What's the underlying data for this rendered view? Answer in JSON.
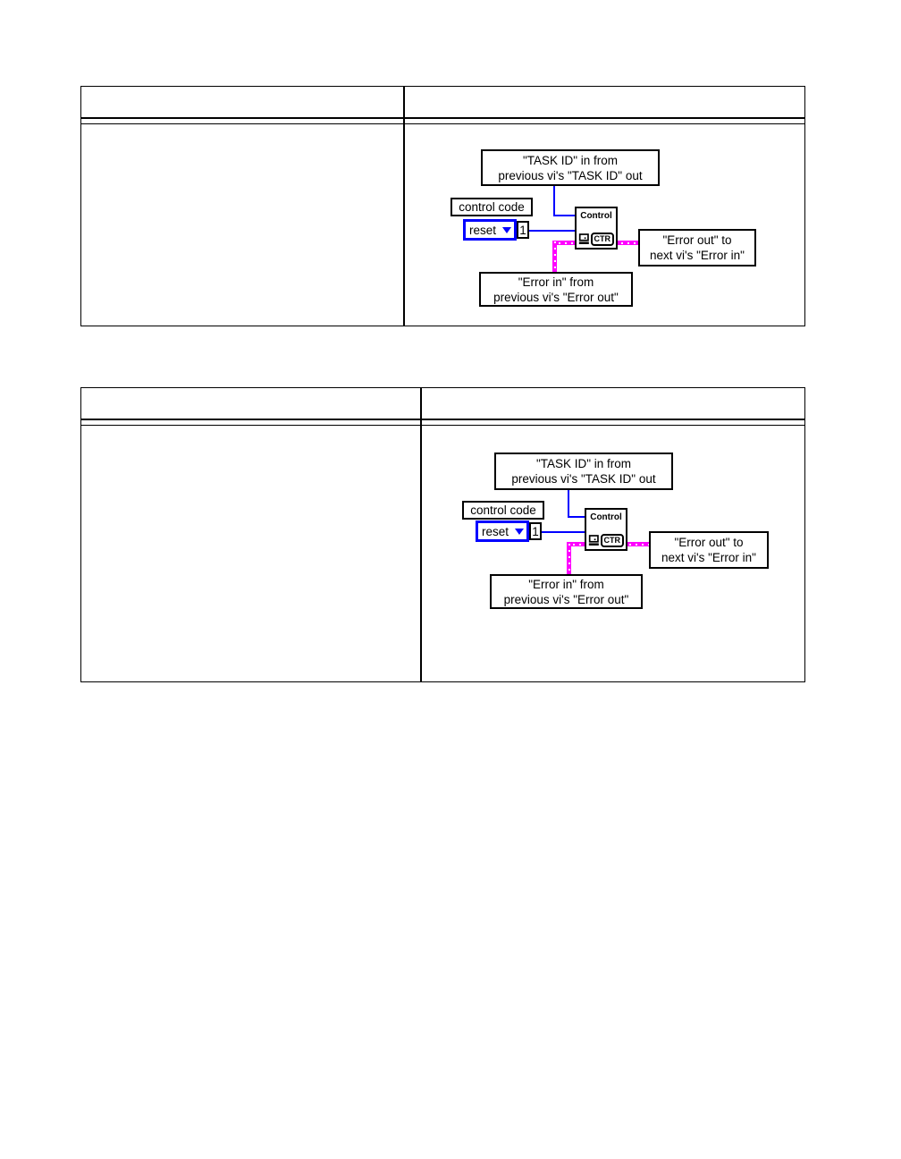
{
  "colors": {
    "background": "#ffffff",
    "line_black": "#000000",
    "wire_blue": "#0000ff",
    "error_wire_magenta": "#ff00ff"
  },
  "tables": [
    {
      "diagram": {
        "task_id_label_line1": "\"TASK ID\" in from",
        "task_id_label_line2": "previous vi's \"TASK ID\" out",
        "control_code_label": "control code",
        "reset_value": "reset",
        "constant_value": "1",
        "node_title": "Control",
        "node_badge": "CTR",
        "error_out_label_line1": "\"Error out\" to",
        "error_out_label_line2": "next vi's \"Error in\"",
        "error_in_label_line1": "\"Error in\" from",
        "error_in_label_line2": "previous vi's \"Error out\""
      }
    },
    {
      "diagram": {
        "task_id_label_line1": "\"TASK ID\" in from",
        "task_id_label_line2": "previous vi's \"TASK ID\" out",
        "control_code_label": "control code",
        "reset_value": "reset",
        "constant_value": "1",
        "node_title": "Control",
        "node_badge": "CTR",
        "error_out_label_line1": "\"Error out\" to",
        "error_out_label_line2": "next vi's \"Error in\"",
        "error_in_label_line1": "\"Error in\" from",
        "error_in_label_line2": "previous vi's \"Error out\""
      }
    }
  ]
}
